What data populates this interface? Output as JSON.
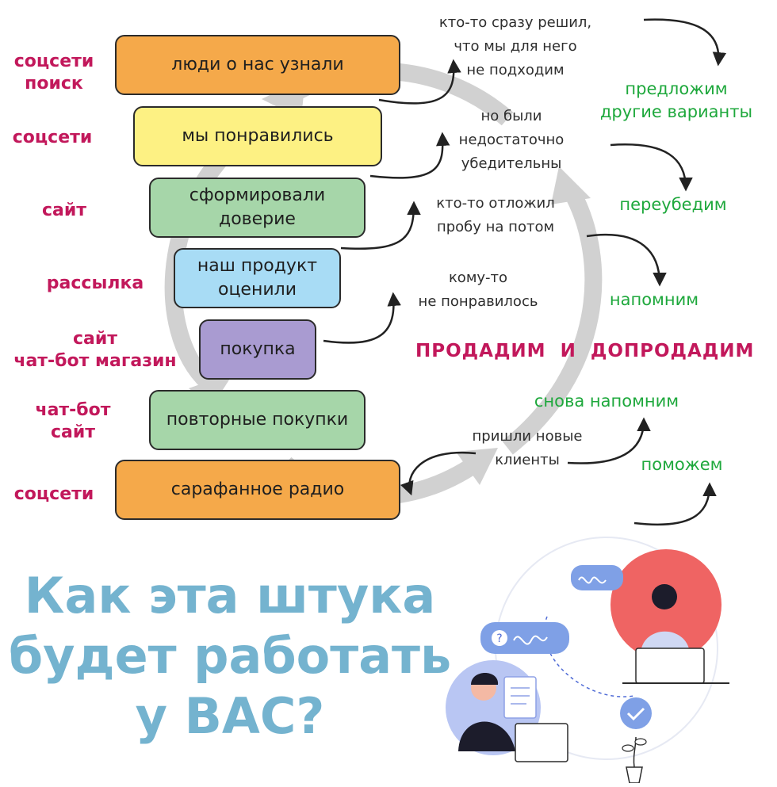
{
  "funnel": {
    "stages": [
      {
        "label": "люди о нас узнали",
        "color": "#f5a94a"
      },
      {
        "label": "мы понравились",
        "color": "#fdf183"
      },
      {
        "label": "сформировали доверие",
        "color": "#a6d6a9"
      },
      {
        "label": "наш продукт оценили",
        "color": "#a8dcf5"
      },
      {
        "label": "покупка",
        "color": "#a99bd1"
      },
      {
        "label": "повторные покупки",
        "color": "#a6d6a9"
      },
      {
        "label": "сарафанное радио",
        "color": "#f5a94a"
      }
    ],
    "channels": [
      "соцсети\nпоиск",
      "соцсети",
      "сайт",
      "рассылка",
      "сайт\nчат-бот магазин",
      "чат-бот\nсайт",
      "соцсети"
    ]
  },
  "objections": [
    "кто-то сразу решил,\nчто мы для него\nне подходим",
    "но были\nнедостаточно\nубедительны",
    "кто-то отложил\nпробу на потом",
    "кому-то\nне понравилось",
    "пришли новые\nклиенты"
  ],
  "actions": [
    "предложим\nдругие варианты",
    "переубедим",
    "напомним",
    "снова напомним",
    "поможем"
  ],
  "headline": "ПРОДАДИМ  И  ДОПРОДАДИМ",
  "question": "Как эта штука\nбудет работать\nу ВАС?",
  "colors": {
    "channel": "#c2185b",
    "action": "#1ea83c",
    "question": "#74b3cf",
    "cycle_arrow": "#cccccc"
  },
  "icons": [
    "cycle-arrow-icon",
    "curved-arrow-icon",
    "chat-bubble-icon",
    "question-icon",
    "checkmark-icon",
    "document-icon",
    "laptop-icon",
    "plant-icon"
  ]
}
